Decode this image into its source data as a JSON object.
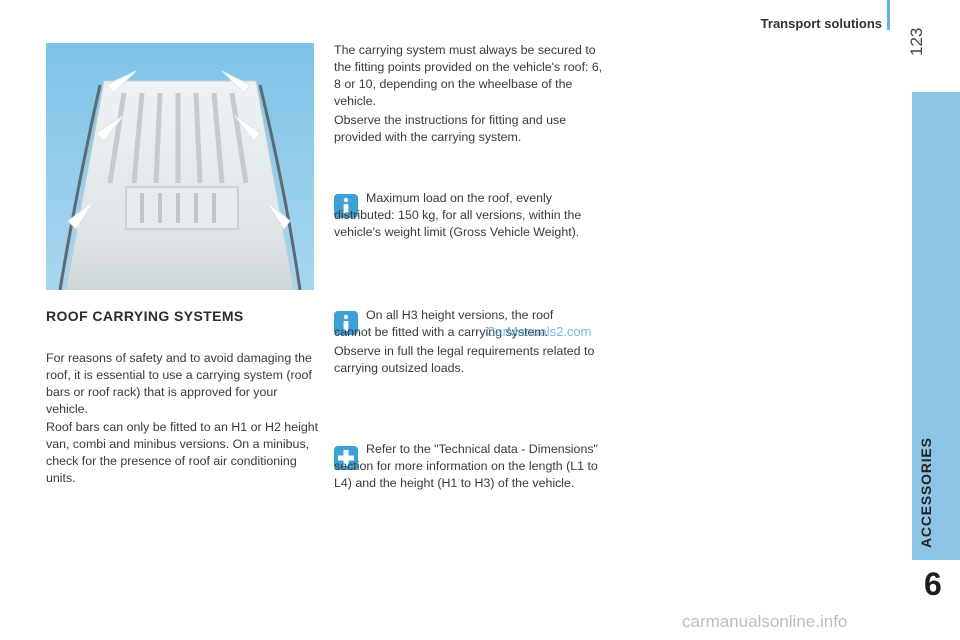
{
  "header": {
    "title": "Transport solutions",
    "page_number": "123"
  },
  "sidebar": {
    "chapter_label": "ACCESSORIES",
    "chapter_number": "6"
  },
  "section": {
    "heading": "ROOF CARRYING SYSTEMS"
  },
  "left_column": {
    "para1": "For reasons of safety and to avoid damaging the roof, it is essential to use a carrying system (roof bars or roof rack) that is approved for your vehicle.",
    "para2": "Roof bars can only be fitted to an H1 or H2 height van, combi and minibus versions. On a minibus, check for the presence of roof air conditioning units."
  },
  "right_column": {
    "para1": "The carrying system must always be secured to the fitting points provided on the vehicle's roof: 6, 8 or 10, depending on the wheelbase of the vehicle.",
    "para2": "Observe the instructions for fitting and use provided with the carrying system.",
    "info1": "Maximum load on the roof, evenly distributed: 150 kg, for all versions, within the vehicle's weight limit (Gross Vehicle Weight).",
    "info2": "On all H3 height versions, the roof cannot be fitted with a carrying system.",
    "para3": "Observe in full the legal requirements related to carrying outsized loads.",
    "note": "Refer to the \"Technical data - Dimensions\" section for more information on the length (L1 to L4) and the height (H1 to H3) of the vehicle."
  },
  "icons": {
    "info": "info-icon",
    "more": "plus-icon"
  },
  "colors": {
    "accent": "#3da0d6",
    "sidebar": "#8dc5e6"
  },
  "watermark": {
    "overlay": "CarManuals2.com",
    "footer": "carmanualsonline.info"
  }
}
